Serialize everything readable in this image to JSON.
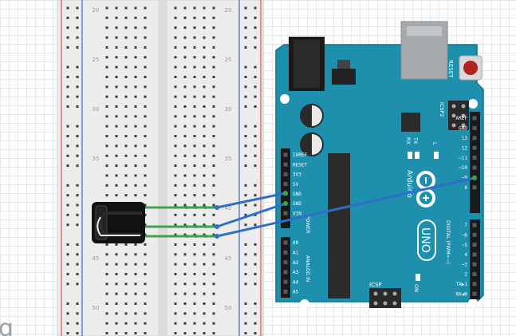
{
  "breadboard": {
    "row_numbers": [
      "20",
      "25",
      "30",
      "35",
      "40",
      "45",
      "50"
    ]
  },
  "arduino": {
    "model": "UNO",
    "brand": "Arduino",
    "reset_label": "RESET",
    "icsp2_label": "ICSP2",
    "icsp_label": "ICSP",
    "on_label": "ON",
    "tx_label": "TX",
    "rx_label": "RX",
    "l_label": "L",
    "power_section_label": "POWER",
    "analog_section_label": "ANALOG IN",
    "digital_section_label": "DIGITAL (PWM=~)",
    "power_pins": [
      "IOREF",
      "RESET",
      "3V3",
      "5V",
      "GND",
      "GND",
      "VIN"
    ],
    "analog_pins": [
      "A0",
      "A1",
      "A2",
      "A3",
      "A4",
      "A5"
    ],
    "digital_pins_upper": [
      "AREF",
      "GND",
      "13",
      "12",
      "~11",
      "~10",
      "~9",
      "8"
    ],
    "digital_pins_lower": [
      "7",
      "~6",
      "~5",
      "4",
      "~3",
      "2",
      "TX▶1",
      "RX◀0"
    ]
  },
  "wires": [
    {
      "name": "wire-5v",
      "color": "#2f6fc9"
    },
    {
      "name": "wire-gnd",
      "color": "#2f6fc9"
    },
    {
      "name": "wire-signal",
      "color": "#2f6fc9"
    }
  ],
  "colors": {
    "board": "#1f8fae",
    "board_edge": "#15718c",
    "breadboard": "#ececec",
    "rail_red": "#d9534f",
    "rail_blue": "#4169c8",
    "jumper_green": "#3fa34d",
    "wire_blue": "#2f6fc9"
  },
  "corner_glyph": "g"
}
